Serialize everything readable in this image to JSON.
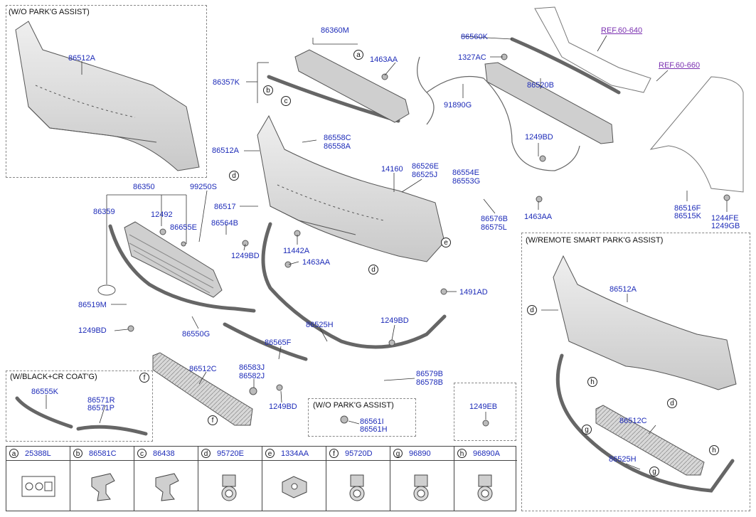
{
  "boxes": {
    "wo_parkg_top": "(W/O PARK'G ASSIST)",
    "wo_parkg_mid": "(W/O PARK'G ASSIST)",
    "black_cr": "(W/BLACK+CR COAT'G)",
    "remote_smart": "(W/REMOTE SMART PARK'G ASSIST)"
  },
  "refs": {
    "ref640": "REF.60-640",
    "ref660": "REF.60-660"
  },
  "labels": {
    "p86512A_top": "86512A",
    "p86360M": "86360M",
    "p1463AA_top": "1463AA",
    "p86357K": "86357K",
    "p86560K": "86560K",
    "p1327AC": "1327AC",
    "p86520B": "86520B",
    "p91890G": "91890G",
    "p86558C": "86558C",
    "p86558A": "86558A",
    "p86512A_mid": "86512A",
    "p1249BD_a": "1249BD",
    "p14160": "14160",
    "p86526E": "86526E",
    "p86525J": "86525J",
    "p86554E": "86554E",
    "p86553G": "86553G",
    "p86350": "86350",
    "p99250S": "99250S",
    "p86359": "86359",
    "p12492": "12492",
    "p86655E": "86655E",
    "p86517": "86517",
    "p86564B": "86564B",
    "p1249BD_b": "1249BD",
    "p11442A": "11442A",
    "p1463AA_mid": "1463AA",
    "p86576B": "86576B",
    "p86575L": "86575L",
    "p1463AA_r": "1463AA",
    "p86516F": "86516F",
    "p86515K": "86515K",
    "p1244FE": "1244FE",
    "p1249GB": "1249GB",
    "p1491AD": "1491AD",
    "p86519M": "86519M",
    "p1249BD_c": "1249BD",
    "p86550G": "86550G",
    "p86525H": "86525H",
    "p1249BD_d": "1249BD",
    "p86565F": "86565F",
    "p86579B": "86579B",
    "p86578B": "86578B",
    "p86512C": "86512C",
    "p86583J": "86583J",
    "p86582J": "86582J",
    "p1249BD_e": "1249BD",
    "p86555K": "86555K",
    "p86571R": "86571R",
    "p86571P": "86571P",
    "p86561I": "86561I",
    "p86561H": "86561H",
    "p1249EB": "1249EB",
    "p86512A_r": "86512A",
    "p86512C_r": "86512C",
    "p86525H_r": "86525H"
  },
  "callouts": {
    "a": "a",
    "b": "b",
    "c": "c",
    "d": "d",
    "e": "e",
    "f": "f",
    "g": "g",
    "h": "h"
  },
  "legend": [
    {
      "letter": "a",
      "part": "25388L",
      "icon": "label-sticker-icon"
    },
    {
      "letter": "b",
      "part": "86581C",
      "icon": "clip-icon"
    },
    {
      "letter": "c",
      "part": "86438",
      "icon": "clip-icon"
    },
    {
      "letter": "d",
      "part": "95720E",
      "icon": "sensor-icon"
    },
    {
      "letter": "e",
      "part": "1334AA",
      "icon": "nut-icon"
    },
    {
      "letter": "f",
      "part": "95720D",
      "icon": "sensor-icon"
    },
    {
      "letter": "g",
      "part": "96890",
      "icon": "sensor-icon"
    },
    {
      "letter": "h",
      "part": "96890A",
      "icon": "sensor-icon"
    }
  ],
  "colors": {
    "part_label": "#1d2bb8",
    "ref_link": "#7a2fb0",
    "part_fill": "#dcdcdc",
    "part_stroke": "#555555"
  }
}
